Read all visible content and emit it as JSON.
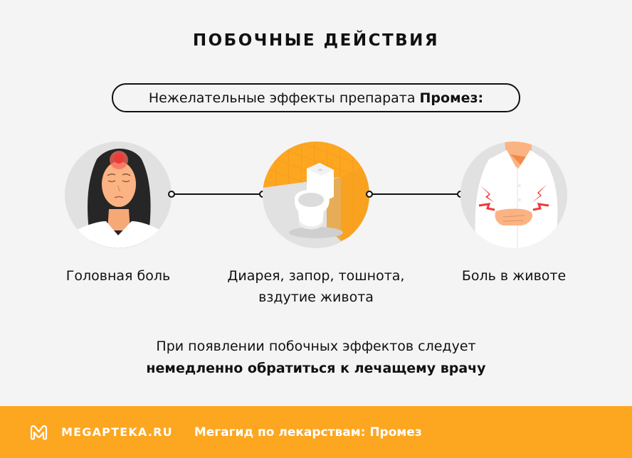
{
  "header": {
    "title": "ПОБОЧНЫЕ ДЕЙСТВИЯ",
    "subtitle_prefix": "Нежелательные эффекты препарата",
    "subtitle_drug": "Промез:"
  },
  "effects": [
    {
      "label": "Головная боль",
      "icon": "headache-woman-icon"
    },
    {
      "label_line1": "Диарея, запор, тошнота,",
      "label_line2": "вздутие живота",
      "icon": "toilet-icon"
    },
    {
      "label": "Боль в животе",
      "icon": "stomach-pain-icon"
    }
  ],
  "note": {
    "line1": "При появлении побочных эффектов следует",
    "line2": "немедленно обратиться к лечащему врачу"
  },
  "footer": {
    "brand": "MEGAPTEKA.RU",
    "tagline": "Мегагид по лекарствам: Промез",
    "color": "#fda620"
  },
  "colors": {
    "background": "#f4f4f4",
    "accent": "#fda620",
    "circle_bg": "#e1e1e1",
    "pain_red": "#f03a3a"
  }
}
